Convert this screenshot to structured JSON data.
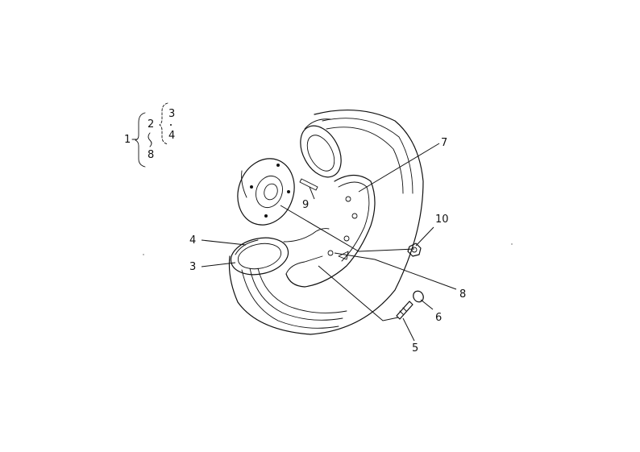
{
  "diagram": {
    "assembly_group": {
      "main": "1",
      "sub_items": [
        "2",
        "8"
      ],
      "nested_items": [
        "3",
        "4"
      ]
    },
    "callouts": {
      "p3": "3",
      "p4": "4",
      "p5": "5",
      "p6": "6",
      "p7": "7",
      "p8": "8",
      "p9": "9",
      "p10": "10"
    },
    "colors": {
      "ink": "#111111",
      "paper": "#ffffff"
    }
  }
}
